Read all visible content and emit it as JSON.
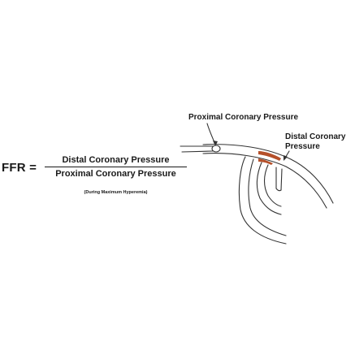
{
  "formula": {
    "lhs": "FFR =",
    "numerator": "Distal Coronary Pressure",
    "denominator": "Proximal Coronary Pressure",
    "condition": "(During Maximum Hyperemia)"
  },
  "diagram": {
    "proximal_label": "Proximal Coronary Pressure",
    "distal_label_line1": "Distal Coronary",
    "distal_label_line2": "Pressure",
    "stenosis_color": "#b5502a",
    "vessel_color": "#333333"
  }
}
